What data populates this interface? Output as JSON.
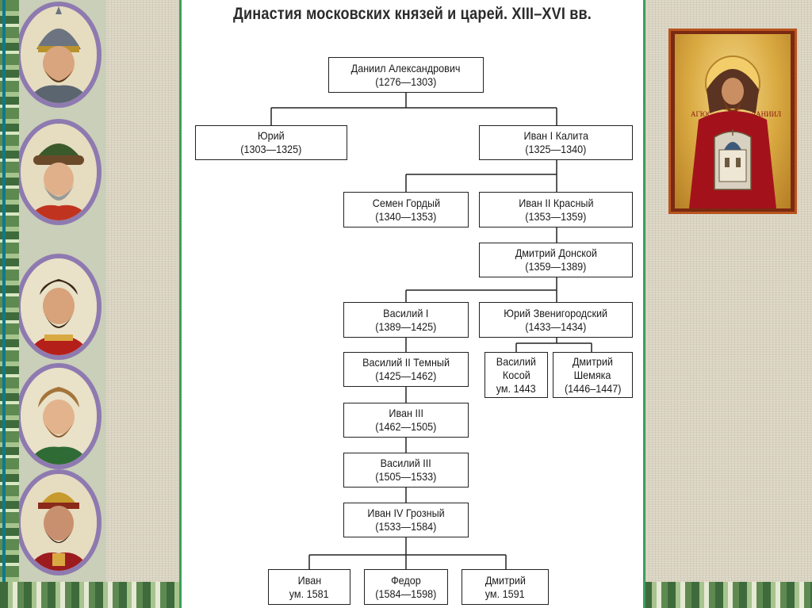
{
  "title": "Династия московских князей и царей. XIII–XVI вв.",
  "tree": {
    "daniil": {
      "name": "Даниил Александрович",
      "years": "(1276—1303)"
    },
    "yuri": {
      "name": "Юрий",
      "years": "(1303—1325)"
    },
    "ivan1": {
      "name": "Иван I Калита",
      "years": "(1325—1340)"
    },
    "semen": {
      "name": "Семен Гордый",
      "years": "(1340—1353)"
    },
    "ivan2": {
      "name": "Иван II Красный",
      "years": "(1353—1359)"
    },
    "dmitry_donskoy": {
      "name": "Дмитрий Донской",
      "years": "(1359—1389)"
    },
    "vasily1": {
      "name": "Василий I",
      "years": "(1389—1425)"
    },
    "yuri_zven": {
      "name": "Юрий Звенигородский",
      "years": "(1433—1434)"
    },
    "vasily2": {
      "name": "Василий II Темный",
      "years": "(1425—1462)"
    },
    "vasily_kosoy": {
      "line1": "Василий",
      "line2": "Косой",
      "line3": "ум. 1443"
    },
    "dmitry_shemyaka": {
      "line1": "Дмитрий",
      "line2": "Шемяка",
      "line3": "(1446–1447)"
    },
    "ivan3": {
      "name": "Иван III",
      "years": "(1462—1505)"
    },
    "vasily3": {
      "name": "Василий III",
      "years": "(1505—1533)"
    },
    "ivan4": {
      "name": "Иван IV Грозный",
      "years": "(1533—1584)"
    },
    "ivan_son": {
      "name": "Иван",
      "years": "ум. 1581"
    },
    "fedor": {
      "name": "Федор",
      "years": "(1584—1598)"
    },
    "dmitry_son": {
      "name": "Дмитрий",
      "years": "ум. 1591"
    }
  },
  "icon_inscription": {
    "left": "АГЮС",
    "right": "ДАНИИЛ"
  },
  "colors": {
    "icon_robe": "#a3121b",
    "icon_gold": "#d9a941",
    "portrait_frame": "#8e7ab0",
    "green_edge": "#3aa05a"
  }
}
